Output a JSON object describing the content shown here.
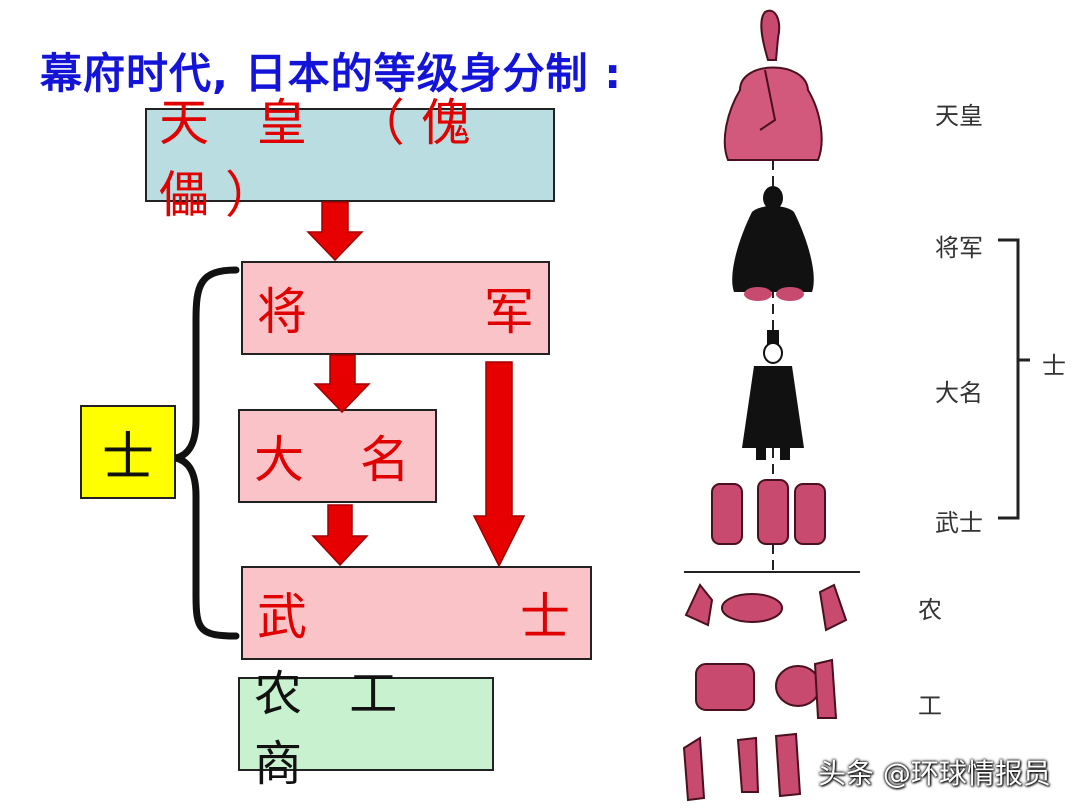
{
  "title": "幕府时代, 日本的等级身分制 :",
  "chart": {
    "emperor": "天 皇 （傀 儡）",
    "shogun_left": "将",
    "shogun_right": "军",
    "daimyo": "大 名",
    "bushi_left": "武",
    "bushi_right": "士",
    "commoners": "农 工 商",
    "shi": "士"
  },
  "illustration": {
    "labels": [
      "天皇",
      "将军",
      "大名",
      "武士",
      "农",
      "工"
    ],
    "bracket_label": "士"
  },
  "watermark": "头条 @环球情报员",
  "colors": {
    "title": "#1414d8",
    "box_text": "#e00000",
    "arrow": "#e60000",
    "emperor_box": "#b9dde0",
    "samurai_box": "#f9c3c8",
    "commoner_box": "#c8f1cf",
    "shi_box": "#ffff00",
    "figure_pink": "#c84a6e",
    "figure_black": "#111111"
  }
}
